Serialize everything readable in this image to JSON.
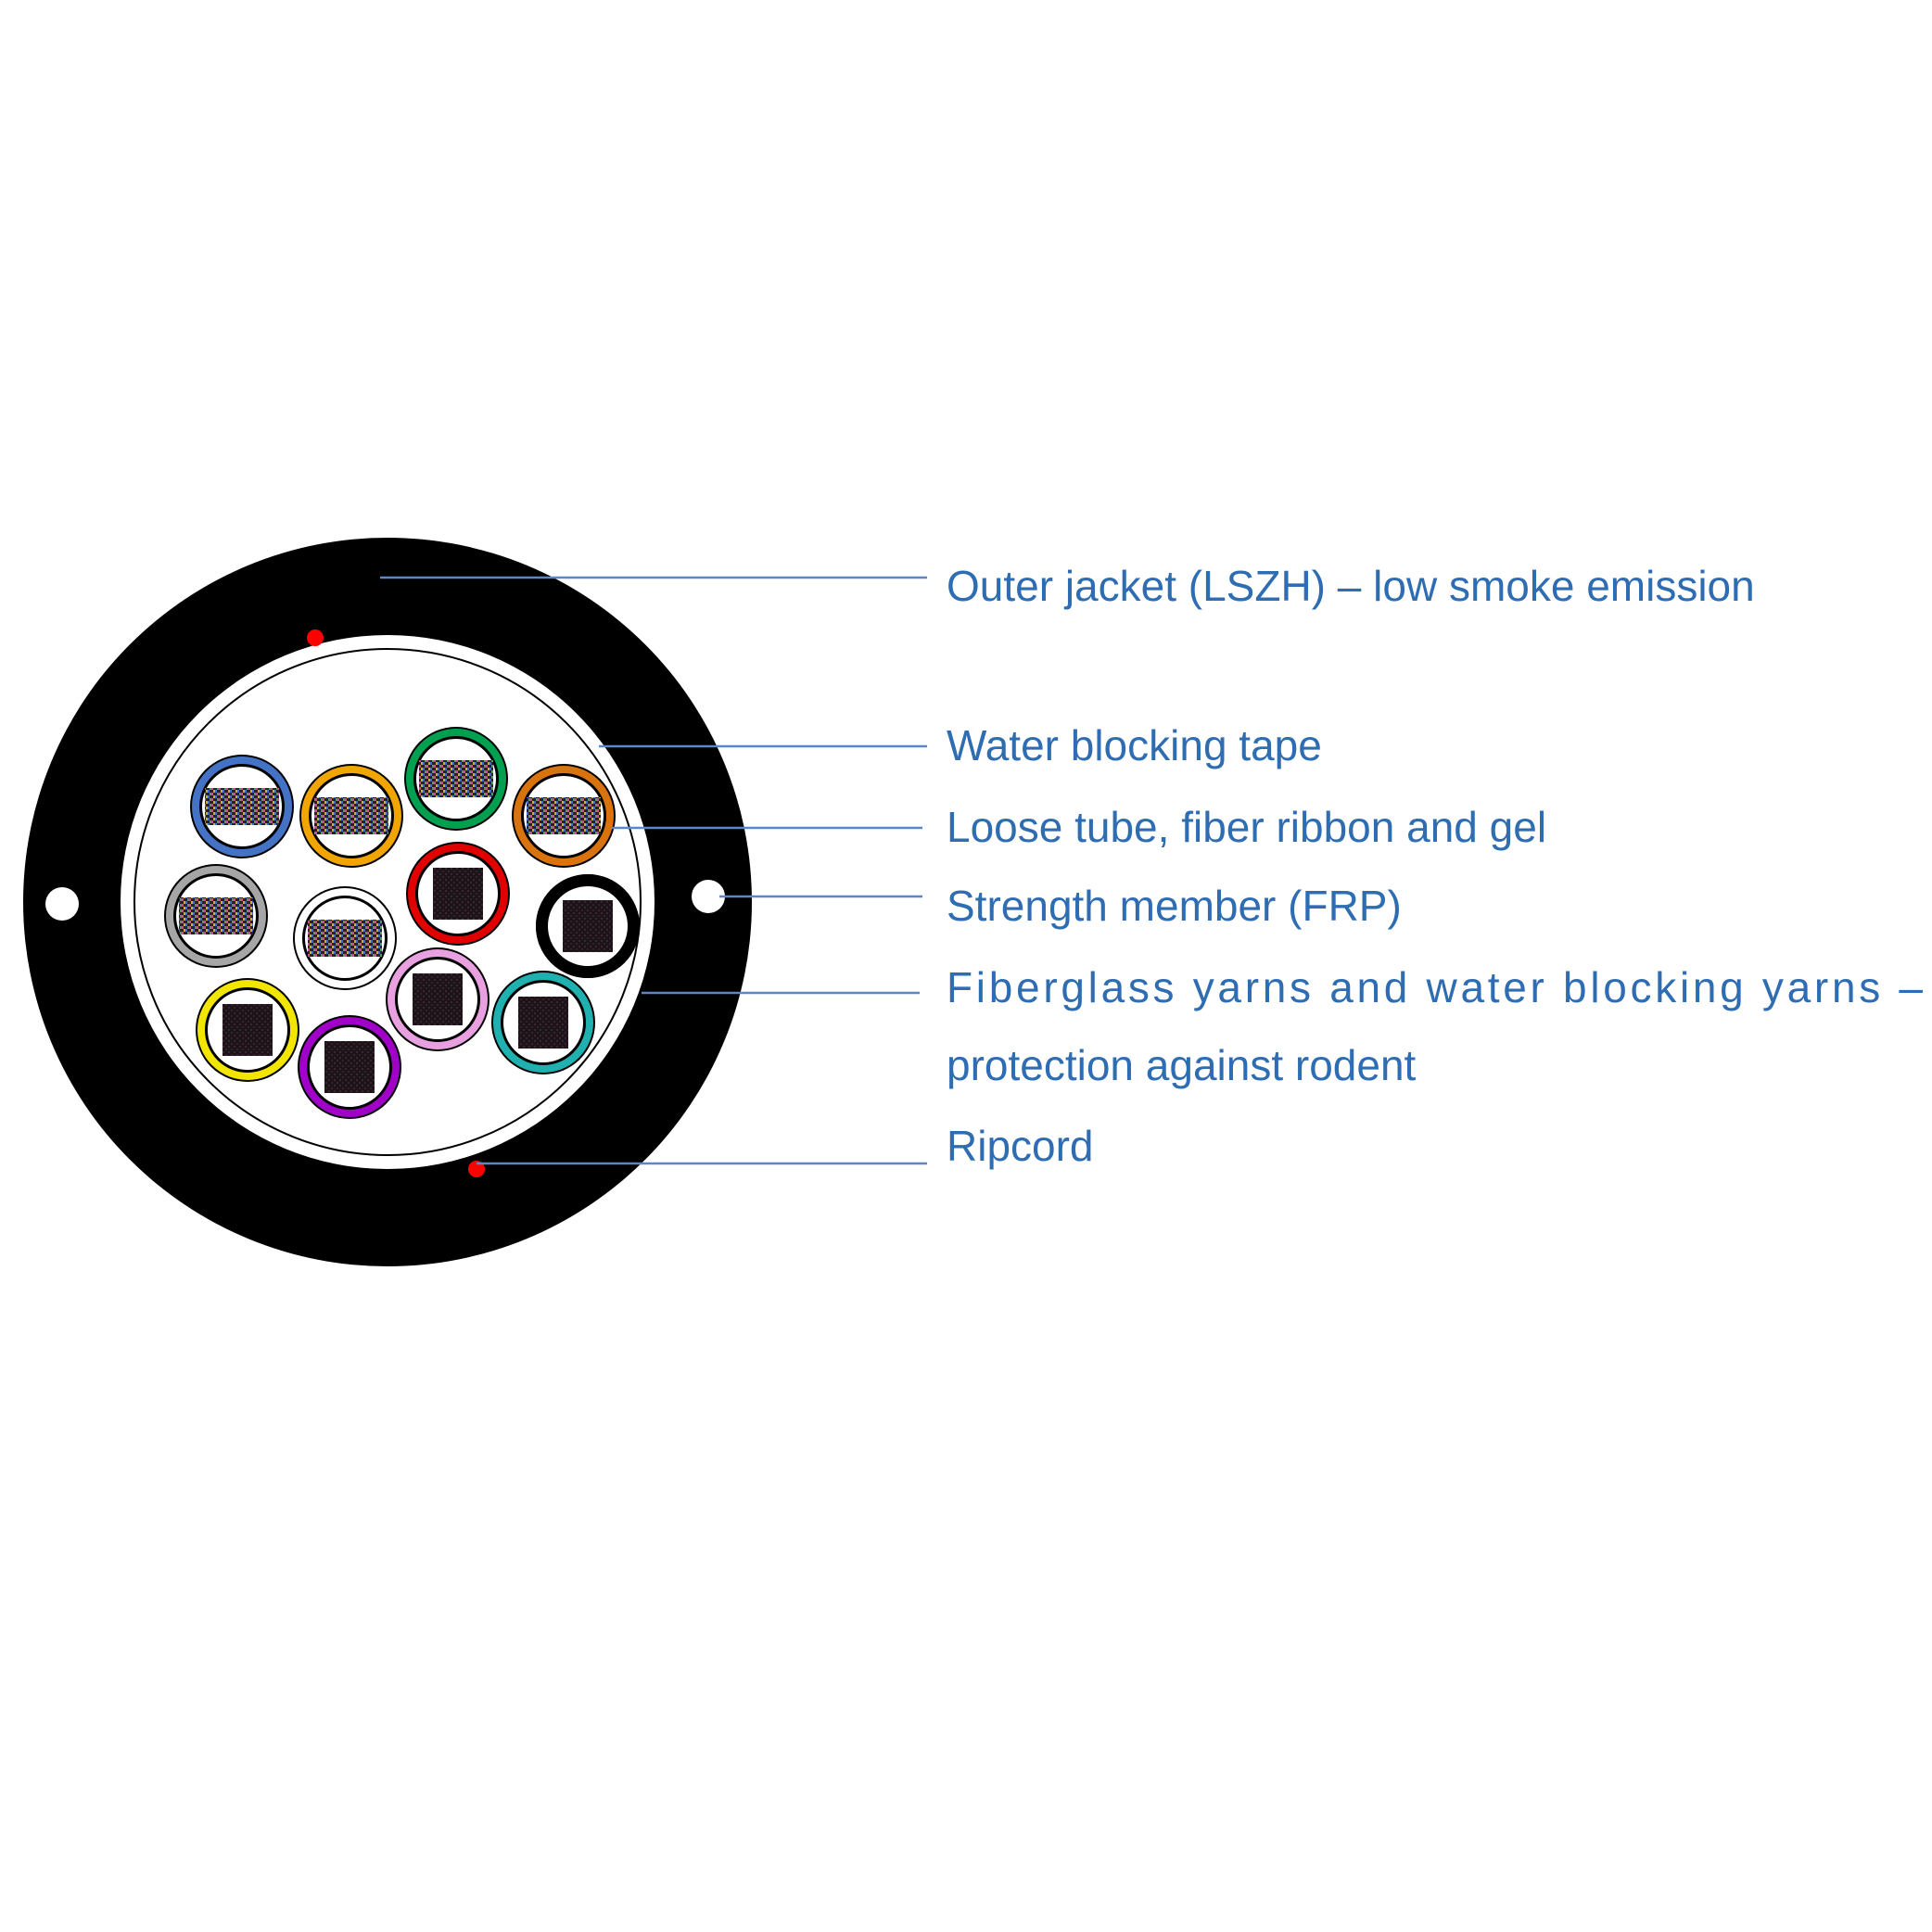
{
  "colors": {
    "label_text": "#2f6db3",
    "leader_line": "#5b87c9",
    "jacket": "#000000",
    "ripcord": "#ff0000",
    "tube_colors": [
      "#4472c4",
      "#f0a500",
      "#00a050",
      "#d9730d",
      "#a6a6a6",
      "#ffffff",
      "#e00000",
      "#000000",
      "#f2e600",
      "#a000c8",
      "#e8a0e0",
      "#20b0b0"
    ]
  },
  "labels": {
    "outer_jacket": "Outer jacket (LSZH) – low smoke emission",
    "water_tape": "Water blocking tape",
    "loose_tube": "Loose tube, fiber ribbon and gel",
    "strength_member": "Strength member (FRP)",
    "fiberglass_line1": "Fiberglass  yarns  and  water  blocking  yarns  –",
    "fiberglass_line2": "protection against rodent",
    "ripcord": "Ripcord"
  },
  "cable": {
    "tubes": [
      {
        "color": "#4472c4",
        "ribbon": "striped"
      },
      {
        "color": "#f0a500",
        "ribbon": "striped"
      },
      {
        "color": "#00a050",
        "ribbon": "striped"
      },
      {
        "color": "#d9730d",
        "ribbon": "striped"
      },
      {
        "color": "#a6a6a6",
        "ribbon": "striped"
      },
      {
        "color": "#ffffff",
        "ribbon": "striped"
      },
      {
        "color": "#e00000",
        "ribbon": "dark"
      },
      {
        "color": "#000000",
        "ribbon": "dark"
      },
      {
        "color": "#f2e600",
        "ribbon": "dark"
      },
      {
        "color": "#a000c8",
        "ribbon": "dark"
      },
      {
        "color": "#e8a0e0",
        "ribbon": "dark"
      },
      {
        "color": "#20b0b0",
        "ribbon": "dark"
      }
    ]
  }
}
